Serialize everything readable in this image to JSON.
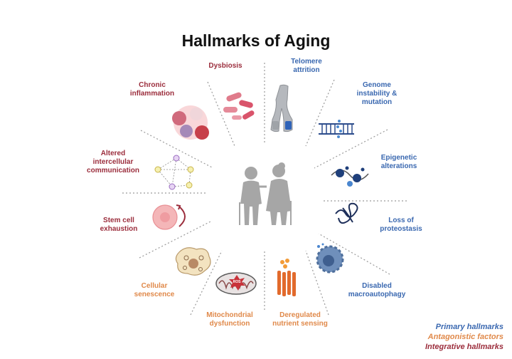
{
  "title": "Hallmarks of Aging",
  "colors": {
    "primary": "#3a68b0",
    "antagonistic": "#e0894a",
    "integrative": "#9b2d3c"
  },
  "hallmarks": {
    "dysbiosis": "Dysbiosis",
    "telomere": "Telomere\nattrition",
    "genome": "Genome\ninstability &\nmutation",
    "epigenetic": "Epigenetic\nalterations",
    "proteostasis": "Loss of\nproteostasis",
    "autophagy": "Disabled\nmacroautophagy",
    "nutrient": "Deregulated\nnutrient sensing",
    "mitochondrial": "Mitochondrial\ndysfunction",
    "senescence": "Cellular\nsenescence",
    "stemcell": "Stem cell\nexhaustion",
    "communication": "Altered\nintercellular\ncommunication",
    "inflammation": "Chronic\ninflammation"
  },
  "ros_label": "ROS",
  "legend": {
    "primary": "Primary hallmarks",
    "antagonistic": "Antagonistic factors",
    "integrative": "Integrative hallmarks"
  }
}
